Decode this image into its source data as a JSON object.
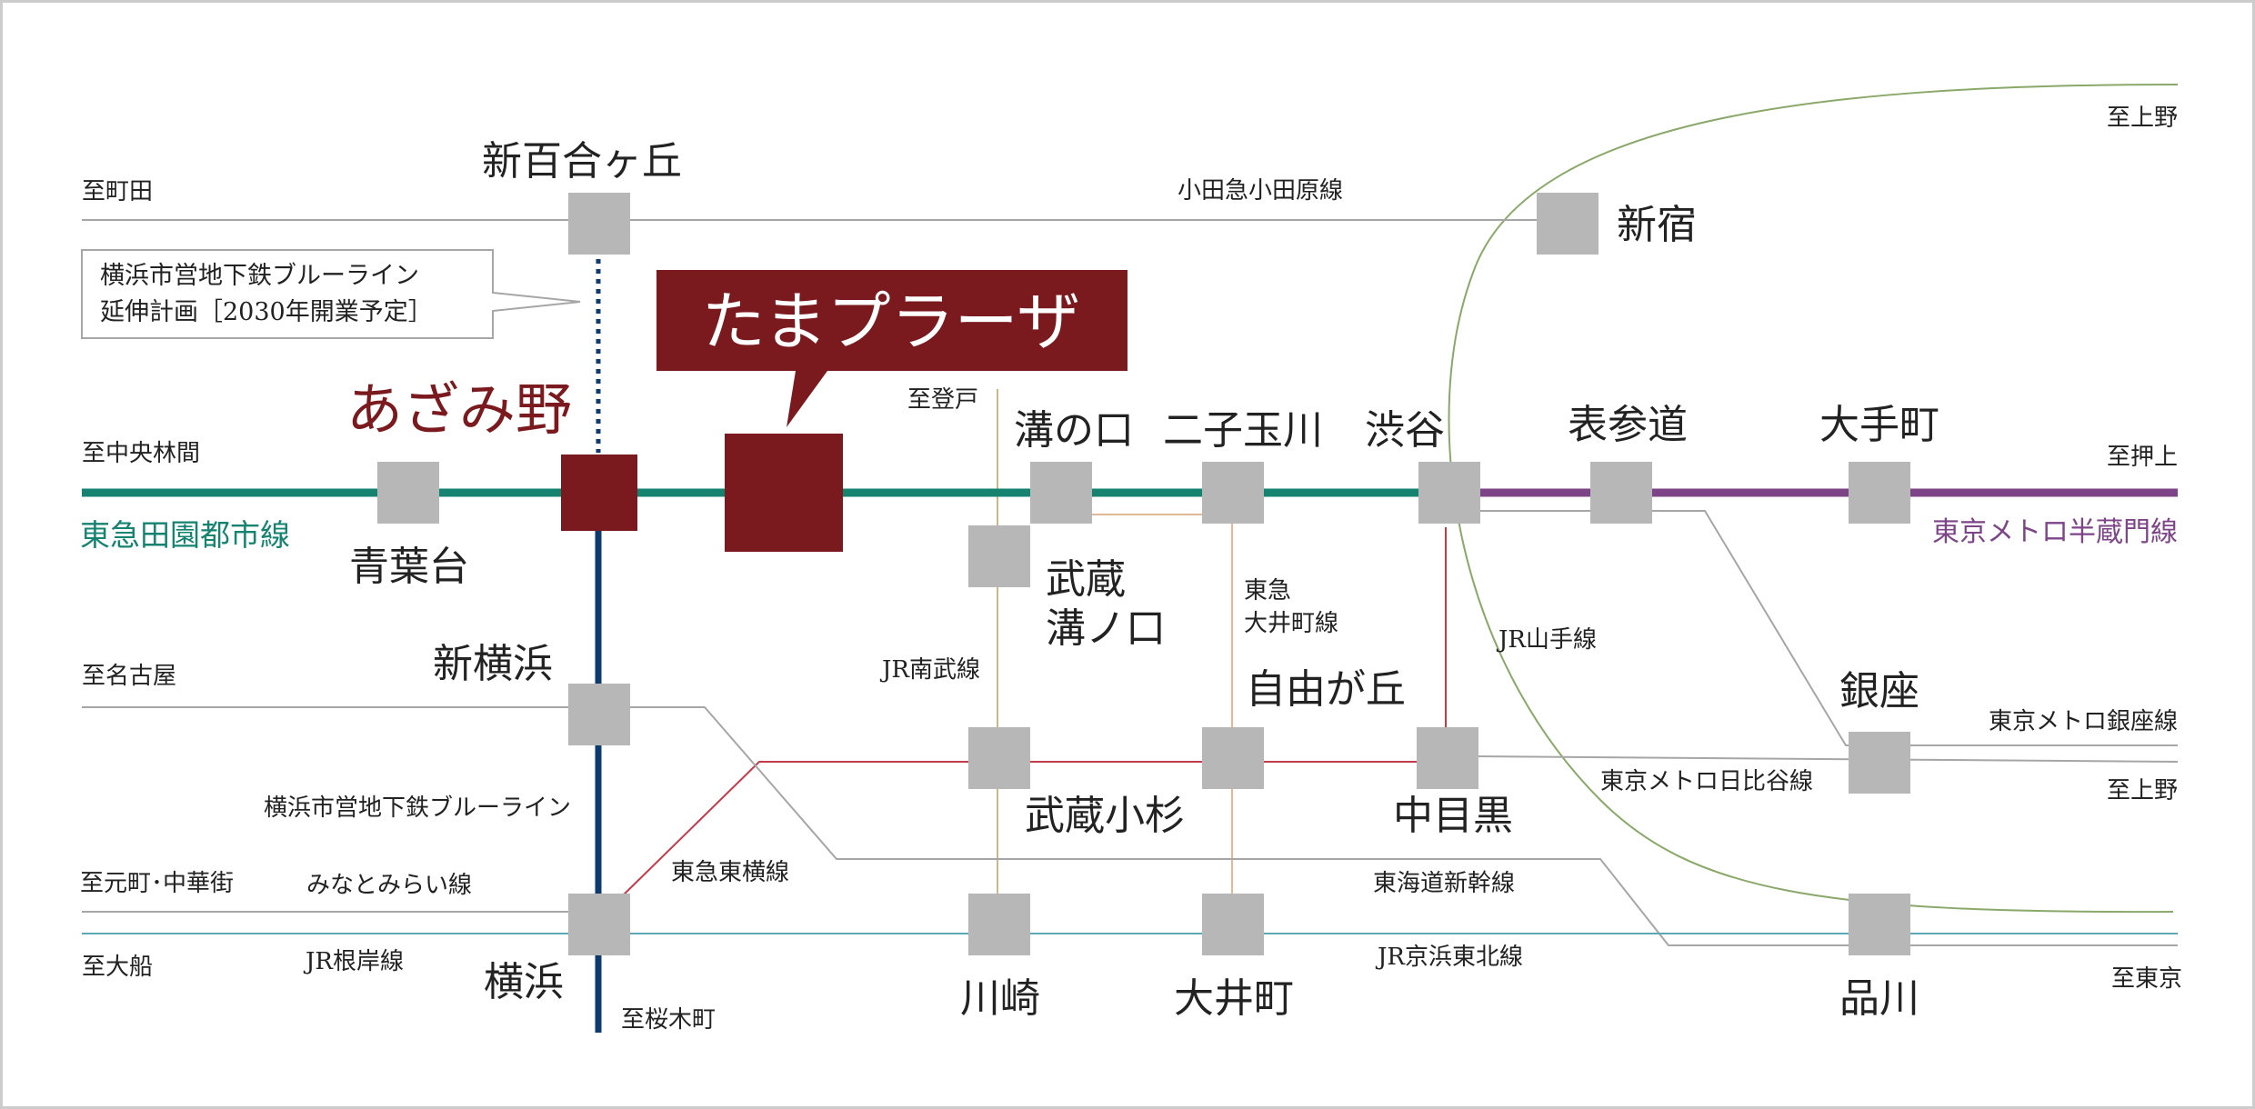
{
  "colors": {
    "denentoshi": "#158370",
    "hanzomon": "#7d4588",
    "blue_line": "#0f3a6e",
    "highlight": "#7b1a1e",
    "station": "#b7b7b7",
    "thin_gray": "#a6a6a6",
    "jr_green": "#8aa86a",
    "nanbu": "#c9b98a",
    "oimachi": "#e0b998",
    "toyoko_red": "#c23b4a",
    "keihin_blue": "#5aa9b5"
  },
  "stations": {
    "shinyurigaoka": "新百合ヶ丘",
    "shinjuku": "新宿",
    "azamino": "あざみ野",
    "tama_plaza": "たまプラーザ",
    "aobadai": "青葉台",
    "mizonokuchi": "溝の口",
    "futakotamagawa": "二子玉川",
    "shibuya": "渋谷",
    "omotesando": "表参道",
    "otemachi": "大手町",
    "musashi_mizonokuchi": "武蔵\n溝ノ口",
    "jiyugaoka": "自由が丘",
    "shinyokohama": "新横浜",
    "ginza": "銀座",
    "musashikosugi": "武蔵小杉",
    "nakameguro": "中目黒",
    "yokohama": "横浜",
    "kawasaki": "川崎",
    "oimachi": "大井町",
    "shinagawa": "品川"
  },
  "lines": {
    "odakyu": "小田急小田原線",
    "denentoshi": "東急田園都市線",
    "hanzomon": "東京メトロ半蔵門線",
    "oimachi": "東急\n大井町線",
    "nanbu": "JR南武線",
    "yamanote": "JR山手線",
    "ginza_line": "東京メトロ銀座線",
    "hibiya": "東京メトロ日比谷線",
    "blueline": "横浜市営地下鉄ブルーライン",
    "minatomirai": "みなとみらい線",
    "toyoko": "東急東横線",
    "tokaido": "東海道新幹線",
    "keihin": "JR京浜東北線",
    "negishi": "JR根岸線"
  },
  "destinations": {
    "machida": "至町田",
    "ueno_top": "至上野",
    "chuorinkan": "至中央林間",
    "oshiage": "至押上",
    "noborito": "至登戸",
    "nagoya": "至名古屋",
    "ueno_mid": "至上野",
    "motomachi": "至元町･中華街",
    "ofuna": "至大船",
    "sakuragicho": "至桜木町",
    "tokyo": "至東京"
  },
  "callout": "横浜市営地下鉄ブルーライン\n延伸計画［2030年開業予定］"
}
